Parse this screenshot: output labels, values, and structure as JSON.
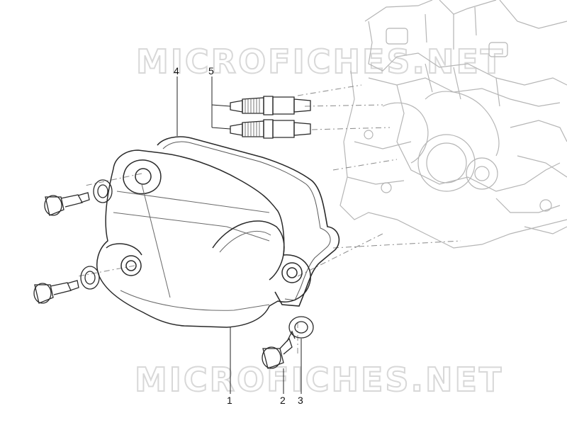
{
  "watermark": {
    "top_text": "MICROFICHES.NET",
    "bottom_text": "MICROFICHES.NET",
    "color": "#d6d6d6"
  },
  "callouts": [
    {
      "id": "1",
      "label": "1"
    },
    {
      "id": "2",
      "label": "2"
    },
    {
      "id": "3",
      "label": "3"
    },
    {
      "id": "4",
      "label": "4"
    },
    {
      "id": "5",
      "label": "5"
    }
  ],
  "colors": {
    "line_dark": "#2a2a2a",
    "line_light": "#9a9a9a",
    "engine_ghost": "#b8b8b8"
  }
}
